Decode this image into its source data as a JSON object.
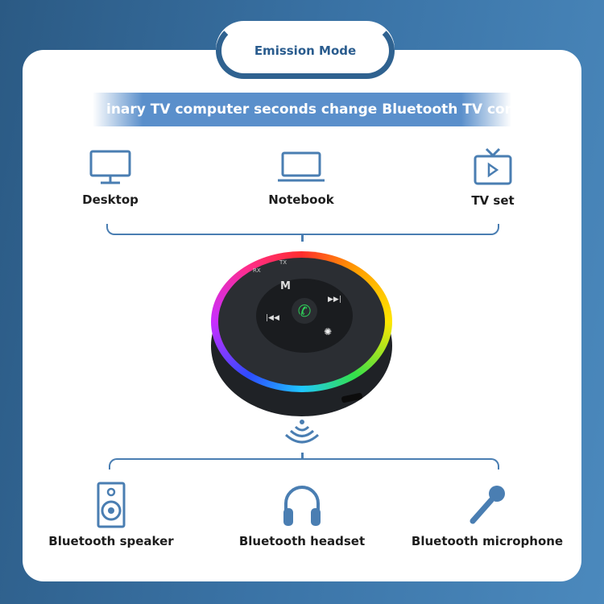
{
  "title": "Emission Mode",
  "banner": "inary TV computer seconds change Bluetooth TV compu",
  "sources": [
    {
      "label": "Desktop",
      "icon": "desktop-icon"
    },
    {
      "label": "Notebook",
      "icon": "laptop-icon"
    },
    {
      "label": "TV set",
      "icon": "tv-icon"
    }
  ],
  "device": {
    "rx_label": "RX",
    "tx_label": "TX",
    "mode_label": "M",
    "icons": [
      "phone-icon",
      "next-icon",
      "previous-icon",
      "light-icon"
    ]
  },
  "targets": [
    {
      "label": "Bluetooth speaker",
      "icon": "speaker-icon"
    },
    {
      "label": "Bluetooth headset",
      "icon": "headphones-icon"
    },
    {
      "label": "Bluetooth microphone",
      "icon": "microphone-icon"
    }
  ],
  "colors": {
    "accent": "#2f6290",
    "banner": "#5a8fcb",
    "icon": "#4a7eb2"
  }
}
